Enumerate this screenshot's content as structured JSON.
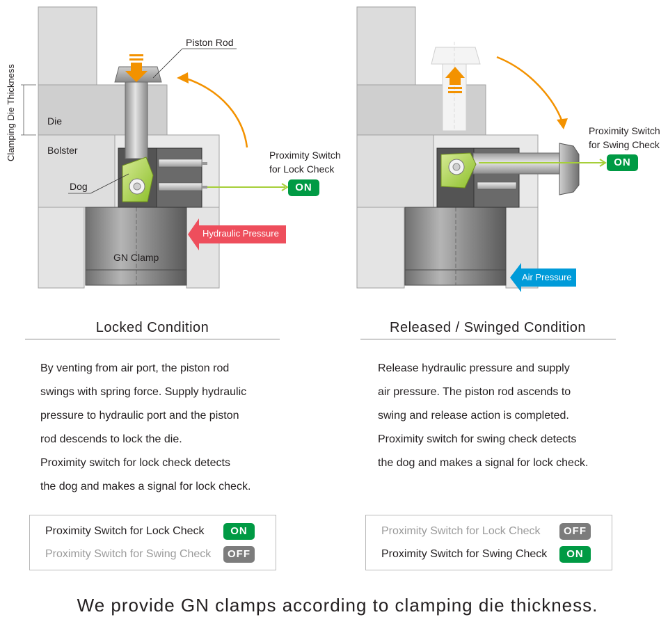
{
  "diagrams": {
    "locked": {
      "vertical_label": "Clamping Die Thickness",
      "piston_rod_label": "Piston Rod",
      "die_label": "Die",
      "bolster_label": "Bolster",
      "dog_label": "Dog",
      "gn_clamp_label": "GN Clamp",
      "proximity_line1": "Proximity Switch",
      "proximity_line2": "for Lock Check",
      "proximity_badge": "ON",
      "pressure_label": "Hydraulic Pressure",
      "pressure_color": "#ee4e5c"
    },
    "released": {
      "proximity_line1": "Proximity Switch",
      "proximity_line2": "for Swing Check",
      "proximity_badge": "ON",
      "pressure_label": "Air Pressure",
      "pressure_color": "#009bd9"
    }
  },
  "panels": {
    "locked": {
      "title": "Locked Condition",
      "description": [
        "By venting from air port, the piston rod",
        "swings with spring force. Supply hydraulic",
        "pressure to hydraulic port and the piston",
        "rod descends to lock the die.",
        "Proximity switch for lock check detects",
        "the dog and makes a signal for lock check."
      ],
      "status": [
        {
          "label": "Proximity Switch for Lock Check",
          "state": "ON"
        },
        {
          "label": "Proximity Switch for Swing Check",
          "state": "OFF"
        }
      ]
    },
    "released": {
      "title": "Released / Swinged Condition",
      "description": [
        "Release hydraulic pressure and supply",
        "air pressure. The piston rod ascends to",
        "swing and release action is completed.",
        "Proximity switch for swing check detects",
        "the dog and makes a signal for lock check."
      ],
      "status": [
        {
          "label": "Proximity Switch for Lock Check",
          "state": "OFF"
        },
        {
          "label": "Proximity Switch for Swing Check",
          "state": "ON"
        }
      ]
    }
  },
  "colors": {
    "on": "#009a44",
    "off": "#7c7c7c",
    "arrow_orange": "#f39200",
    "dog_green": "#a6cf39"
  },
  "footer": "We provide GN clamps according to clamping die thickness."
}
